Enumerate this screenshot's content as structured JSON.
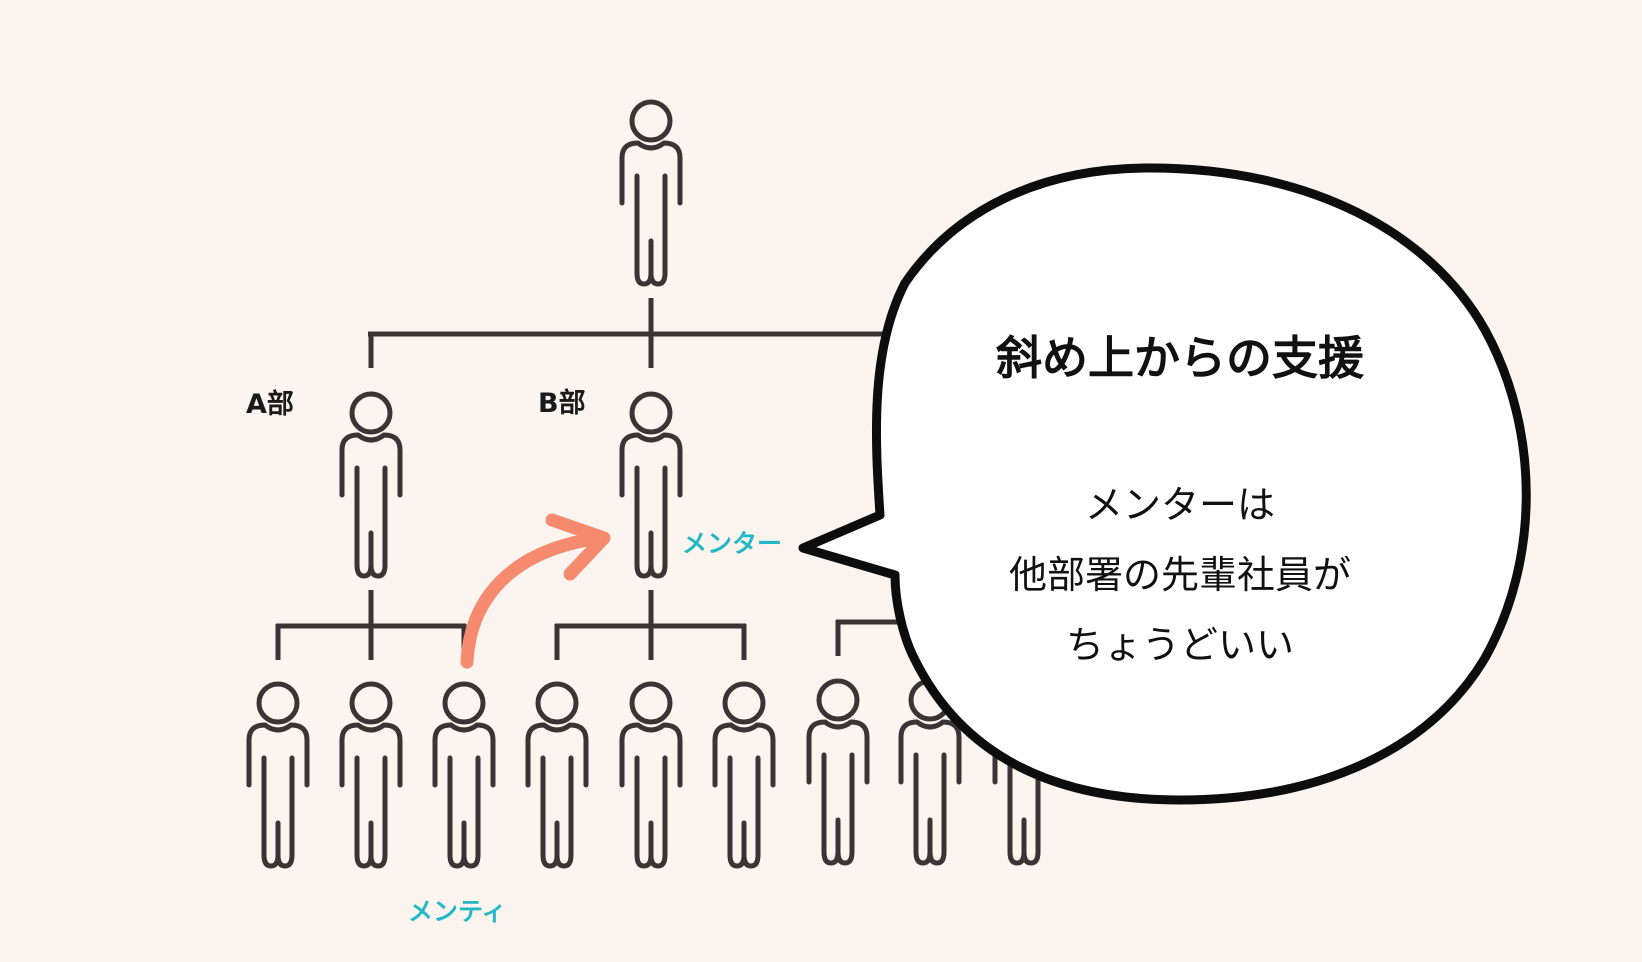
{
  "labels": {
    "dept_a": "A部",
    "dept_b": "B部",
    "mentor": "メンター",
    "mentee": "メンティ"
  },
  "bubble": {
    "title": "斜め上からの支援",
    "lines": [
      "メンターは",
      "他部署の先輩社員が",
      "ちょうどいい"
    ]
  },
  "colors": {
    "background": "#fbf4ef",
    "stroke": "#3a3434",
    "accent_label": "#22b8c4",
    "arrow": "#f58a6e"
  },
  "icons": {
    "person": "person-icon",
    "arrow": "curved-arrow-icon",
    "bubble": "speech-bubble-icon"
  }
}
